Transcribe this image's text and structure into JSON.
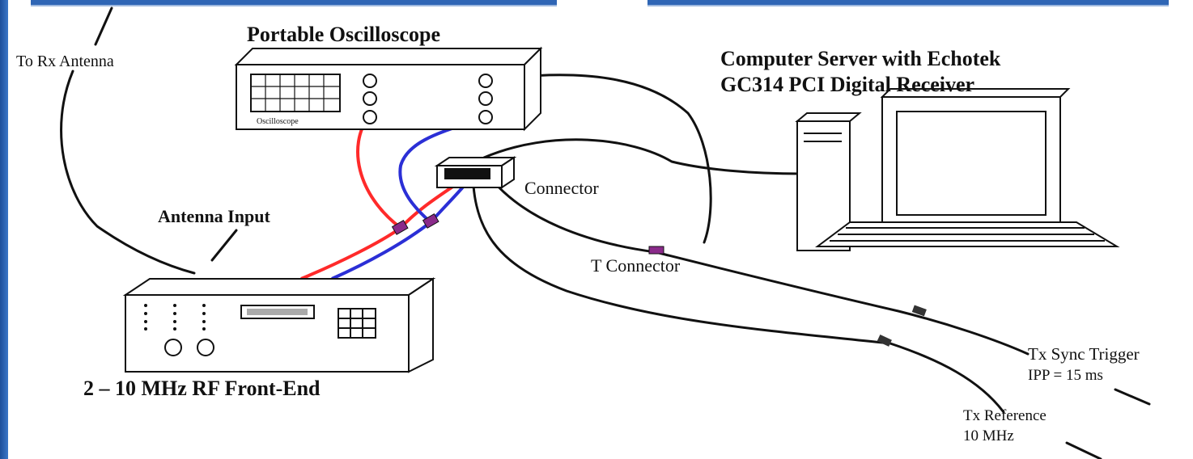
{
  "labels": {
    "to_rx_antenna": "To Rx Antenna",
    "oscilloscope_title": "Portable Oscilloscope",
    "oscilloscope_face": "Oscilloscope",
    "server_title_line1": "Computer Server with Echotek",
    "server_title_line2": "GC314 PCI Digital Receiver",
    "connector": "Connector",
    "antenna_input": "Antenna Input",
    "t_connector": "T Connector",
    "front_end": "2 – 10 MHz RF Front-End",
    "tx_sync_line1": "Tx Sync Trigger",
    "tx_sync_line2": "IPP = 15 ms",
    "tx_ref_line1": "Tx Reference",
    "tx_ref_line2": "10 MHz"
  },
  "colors": {
    "line": "#111111",
    "red_cable": "#ff2a2a",
    "blue_cable": "#2b2fd6",
    "connector_purple": "#8a2a8a",
    "slide_blue": "#2f66b5"
  },
  "icons": {
    "oscilloscope": "oscilloscope-icon",
    "computer": "desktop-computer-icon",
    "rf_front_end": "rf-receiver-box-icon",
    "connector": "connector-block-icon"
  }
}
